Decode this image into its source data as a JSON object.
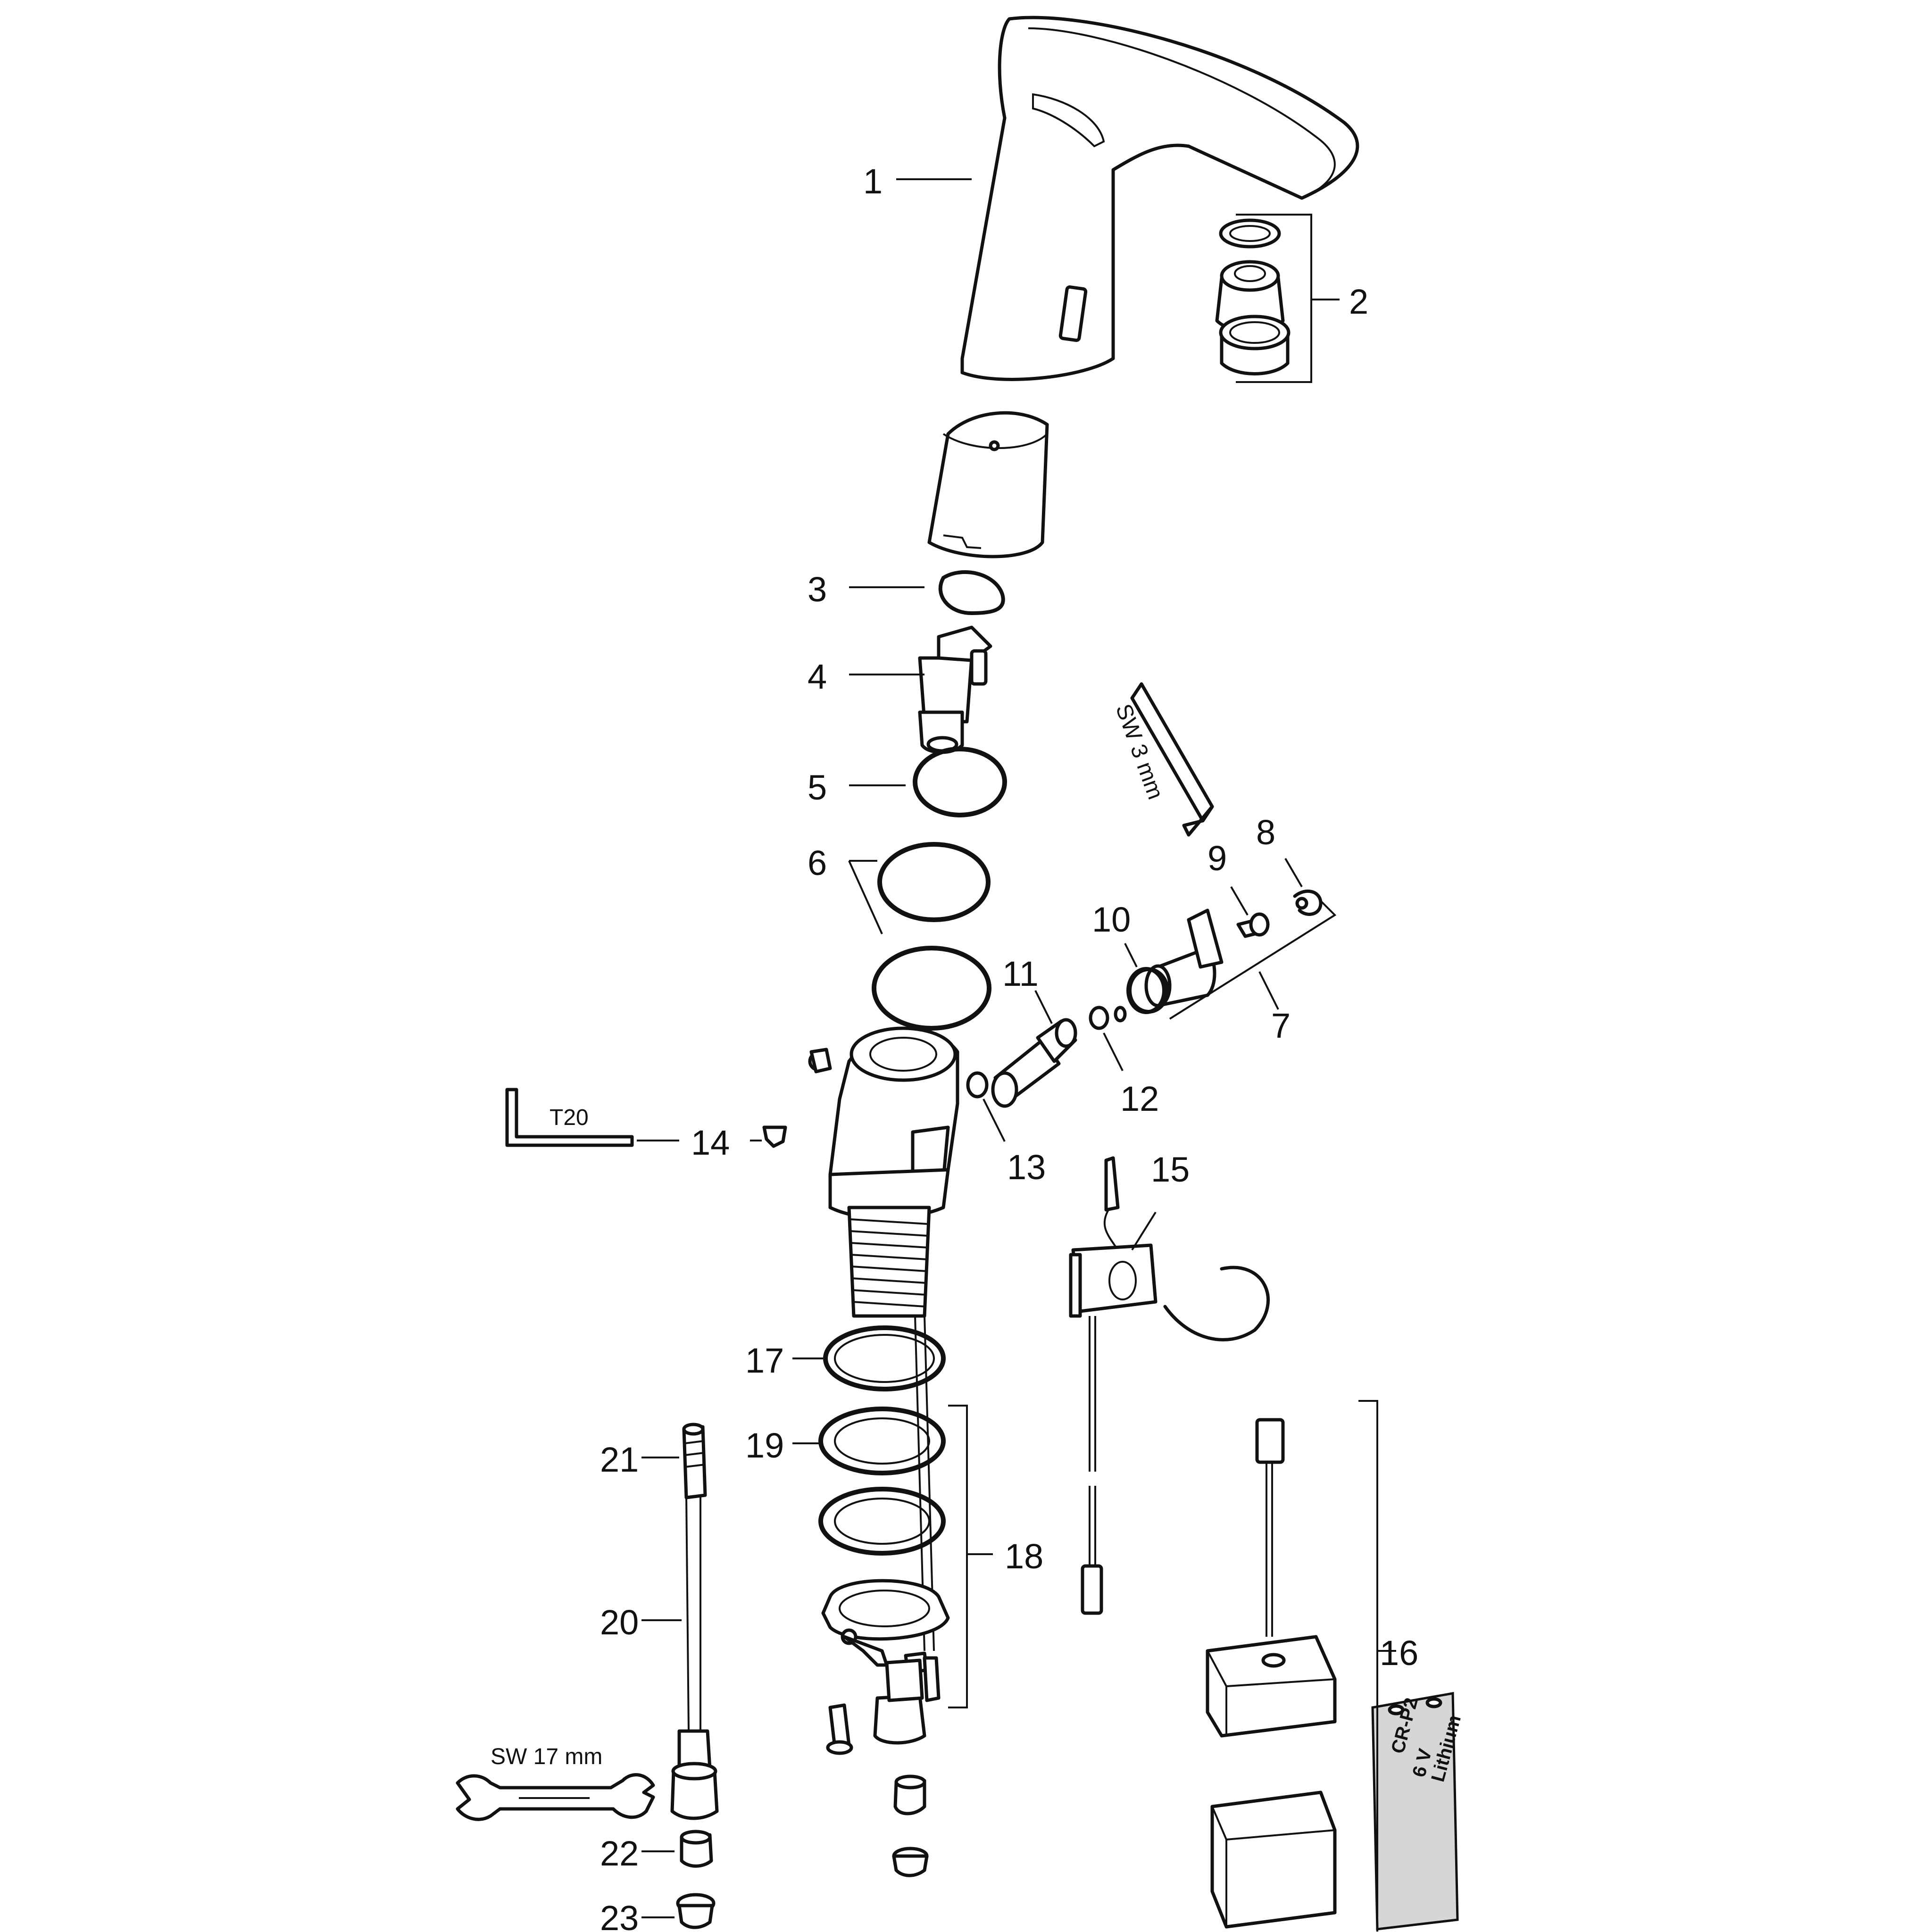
{
  "labels": {
    "p1": "1",
    "p2": "2",
    "p3": "3",
    "p4": "4",
    "p5": "5",
    "p6": "6",
    "p7": "7",
    "p8": "8",
    "p9": "9",
    "p10": "10",
    "p11": "11",
    "p12": "12",
    "p13": "13",
    "p14": "14",
    "p15": "15",
    "p16": "16",
    "p17": "17",
    "p18": "18",
    "p19": "19",
    "p20": "20",
    "p21": "21",
    "p22": "22",
    "p23": "23"
  },
  "tools": {
    "hex_key_small": "SW 3 mm",
    "torx_key": "T20",
    "wrench": "SW 17 mm"
  },
  "battery": {
    "line1": "CR-P2",
    "line2": "6 V",
    "line3": "Lithium"
  }
}
